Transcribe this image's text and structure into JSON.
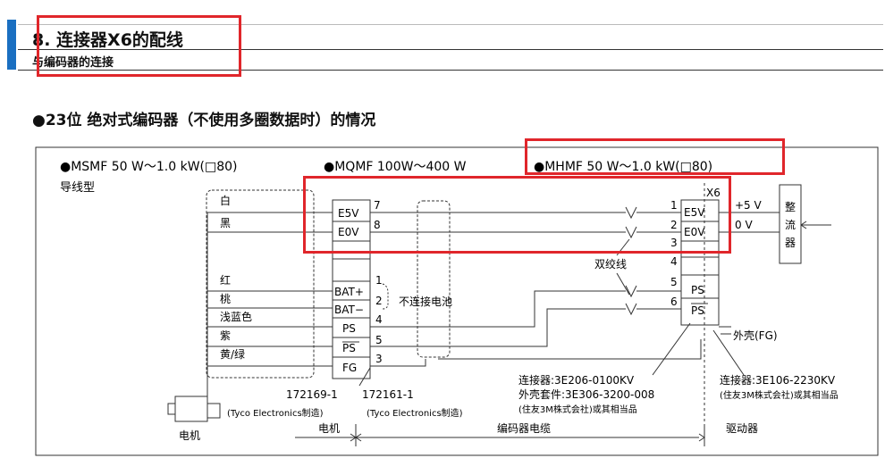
{
  "header": {
    "title": "8. 连接器X6的配线",
    "subtitle": "与编码器的连接"
  },
  "section_title": "●23位 绝对式编码器（不使用多圈数据时）的情况",
  "models": {
    "msmf": "●MSMF 50 W～1.0 kW(□80)",
    "mqmf": "●MQMF 100W～400 W",
    "mhmf": "●MHMF 50 W～1.0 kW(□80)"
  },
  "lead_type": "导线型",
  "wires": [
    "白",
    "黑",
    "红",
    "桃",
    "浅蓝色",
    "紫",
    "黄/绿"
  ],
  "motor_pins": [
    {
      "label": "E5V",
      "num": "7"
    },
    {
      "label": "E0V",
      "num": "8"
    },
    {
      "label": "BAT+",
      "num": "1"
    },
    {
      "label": "BAT−",
      "num": "2"
    },
    {
      "label": "PS",
      "num": "4"
    },
    {
      "label": "PS",
      "num": "5"
    },
    {
      "label": "FG",
      "num": "3"
    }
  ],
  "no_battery": "不连接电池",
  "twisted_pair": "双绞线",
  "x6_label": "X6",
  "x6_pins": [
    {
      "num": "1",
      "label": "E5V"
    },
    {
      "num": "2",
      "label": "E0V"
    },
    {
      "num": "3",
      "label": ""
    },
    {
      "num": "4",
      "label": ""
    },
    {
      "num": "5",
      "label": "PS"
    },
    {
      "num": "6",
      "label": "PS"
    }
  ],
  "plus5v": "+5 V",
  "zero_v": "0 V",
  "rectifier": "整流器",
  "shell_fg": "外壳(FG)",
  "connector_part_1": "172169-1",
  "connector_part_2": "172161-1",
  "tyco_1": "(Tyco Electronics制造)",
  "tyco_2": "(Tyco Electronics制造)",
  "motor_label": "电机",
  "conn_3e206": "连接器:3E206-0100KV",
  "shell_kit": "外壳套件:3E306-3200-008",
  "sumitomo_1": "(住友3M株式会社)或其相当品",
  "conn_3e106": "连接器:3E106-2230KV",
  "sumitomo_2": "(住友3M株式会社)或其相当品",
  "bottom_labels": {
    "motor": "电机",
    "cable": "编码器电缆",
    "driver": "驱动器"
  },
  "colors": {
    "highlight": "#e0262b",
    "header_bar": "#1a6fc1"
  }
}
